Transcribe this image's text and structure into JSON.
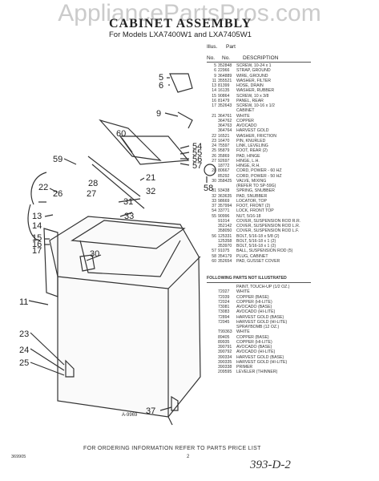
{
  "watermark": "AppliancePartsPros.com",
  "title": "CABINET ASSEMBLY",
  "subtitle": "For Models LXA7400W1 and LXA7405W1",
  "table_header": {
    "illus": "Illus.",
    "part": "Part",
    "no": "No.",
    "no2": "No.",
    "description": "DESCRIPTION"
  },
  "parts": [
    {
      "illus": "5",
      "part": "352848",
      "desc": "SCREW, 10-24 x 1"
    },
    {
      "illus": "6",
      "part": "22966",
      "desc": "STRAP, GROUND"
    },
    {
      "illus": "9",
      "part": "364889",
      "desc": "WIRE, GROUND"
    },
    {
      "illus": "11",
      "part": "355521",
      "desc": "WASHER, FILTER"
    },
    {
      "illus": "13",
      "part": "81399",
      "desc": "HOSE, DRAIN"
    },
    {
      "illus": "14",
      "part": "16135",
      "desc": "WASHER, RUBBER"
    },
    {
      "illus": "15",
      "part": "90864",
      "desc": "SCREW, 10 x 3/8"
    },
    {
      "illus": "16",
      "part": "81479",
      "desc": "PANEL, REAR"
    },
    {
      "illus": "17",
      "part": "352643",
      "desc": "SCREW, 10-16 x 1/2"
    },
    {
      "illus": "",
      "part": "",
      "desc": "CABINET"
    },
    {
      "illus": "21",
      "part": "364761",
      "desc": "WHITE"
    },
    {
      "illus": "",
      "part": "364762",
      "desc": "COPPER"
    },
    {
      "illus": "",
      "part": "364763",
      "desc": "AVOCADO"
    },
    {
      "illus": "",
      "part": "364764",
      "desc": "HARVEST GOLD"
    },
    {
      "illus": "22",
      "part": "16521",
      "desc": "WASHER, FRICTION"
    },
    {
      "illus": "23",
      "part": "16470",
      "desc": "PIN, KNURLED"
    },
    {
      "illus": "24",
      "part": "75597",
      "desc": "LINK, LEVELING"
    },
    {
      "illus": "25",
      "part": "95879",
      "desc": "FOOT, REAR (2)"
    },
    {
      "illus": "26",
      "part": "35869",
      "desc": "PAD, HINGE"
    },
    {
      "illus": "27",
      "part": "92697",
      "desc": "HINGE, L.H."
    },
    {
      "illus": "",
      "part": "18772",
      "desc": "HINGE, R.H."
    },
    {
      "illus": "28",
      "part": "80667",
      "desc": "CORD, POWER - 60 HZ"
    },
    {
      "illus": "",
      "part": "85292",
      "desc": "CORD, POWER - 50 HZ"
    },
    {
      "illus": "30",
      "part": "358425",
      "desc": "VALVE, MIXING"
    },
    {
      "illus": "",
      "part": "",
      "desc": "(REFER TO SP-59G)"
    },
    {
      "illus": "31",
      "part": "93438",
      "desc": "SPRING, SNUBBER"
    },
    {
      "illus": "32",
      "part": "363635",
      "desc": "PAD, SNUBBER"
    },
    {
      "illus": "33",
      "part": "98669",
      "desc": "LOCATOR, TOP"
    },
    {
      "illus": "37",
      "part": "357994",
      "desc": "FOOT, FRONT (2)"
    },
    {
      "illus": "54",
      "part": "33771",
      "desc": "LOCK, FRONT TOP"
    },
    {
      "illus": "55",
      "part": "90996",
      "desc": "NUT, 5/16-18"
    },
    {
      "illus": "",
      "part": "91014",
      "desc": "COVER, SUSPENSION ROD R.R."
    },
    {
      "illus": "",
      "part": "352142",
      "desc": "COVER, SUSPENSION ROD L.R."
    },
    {
      "illus": "",
      "part": "358050",
      "desc": "COVER, SUSPENSION ROD L.F."
    },
    {
      "illus": "56",
      "part": "125331",
      "desc": "BOLT, 5/16-18 x 5/8 (2)"
    },
    {
      "illus": "",
      "part": "125358",
      "desc": "BOLT, 5/16-18 x 1 (2)"
    },
    {
      "illus": "",
      "part": "353970",
      "desc": "BOLT, 5/16-18 x 1 (2)"
    },
    {
      "illus": "57",
      "part": "91075",
      "desc": "BALL, SUSPENSION ROD (5)"
    },
    {
      "illus": "58",
      "part": "354179",
      "desc": "PLUG, CABINET"
    },
    {
      "illus": "60",
      "part": "352654",
      "desc": "PAD, GUSSET COVER"
    }
  ],
  "not_illustrated_title": "FOLLOWING PARTS NOT ILLUSTRATED",
  "parts_not_illustrated": [
    {
      "part": "",
      "desc": "PAINT, TOUCH-UP (1/2 OZ.)"
    },
    {
      "part": "72027",
      "desc": "WHITE"
    },
    {
      "part": "72039",
      "desc": "COPPER (BASE)"
    },
    {
      "part": "72024",
      "desc": "COPPER (HI-LITE)"
    },
    {
      "part": "73081",
      "desc": "AVOCADO (BASE)"
    },
    {
      "part": "73083",
      "desc": "AVOCADO (HI-LITE)"
    },
    {
      "part": "72894",
      "desc": "HARVEST GOLD (BASE)"
    },
    {
      "part": "72045",
      "desc": "HARVEST GOLD (HI-LITE)"
    },
    {
      "part": "",
      "desc": "SPRAYBOMB (12 OZ.)"
    },
    {
      "part": "T99363",
      "desc": "WHITE"
    },
    {
      "part": "89405",
      "desc": "COPPER (BASE)"
    },
    {
      "part": "89935",
      "desc": "COPPER (HI-LITE)"
    },
    {
      "part": "390791",
      "desc": "AVOCADO (BASE)"
    },
    {
      "part": "390792",
      "desc": "AVOCADO (HI-LITE)"
    },
    {
      "part": "390334",
      "desc": "HARVEST GOLD (BASE)"
    },
    {
      "part": "390335",
      "desc": "HARVEST GOLD (HI-LITE)"
    },
    {
      "part": "390338",
      "desc": "PRIMER"
    },
    {
      "part": "209595",
      "desc": "LEVELER (THINNER)"
    }
  ],
  "callouts": [
    "5",
    "6",
    "9",
    "60",
    "54",
    "55",
    "56",
    "57",
    "58",
    "59",
    "21",
    "22",
    "26",
    "28",
    "27",
    "32",
    "31",
    "13",
    "14",
    "15",
    "16",
    "17",
    "33",
    "30",
    "11",
    "23",
    "24",
    "25",
    "37"
  ],
  "figure_number": "A-9969",
  "footer": "FOR ORDERING INFORMATION REFER TO PARTS PRICE LIST",
  "page_number": "2",
  "doc_number": "369905",
  "handwritten": "393-D-2"
}
